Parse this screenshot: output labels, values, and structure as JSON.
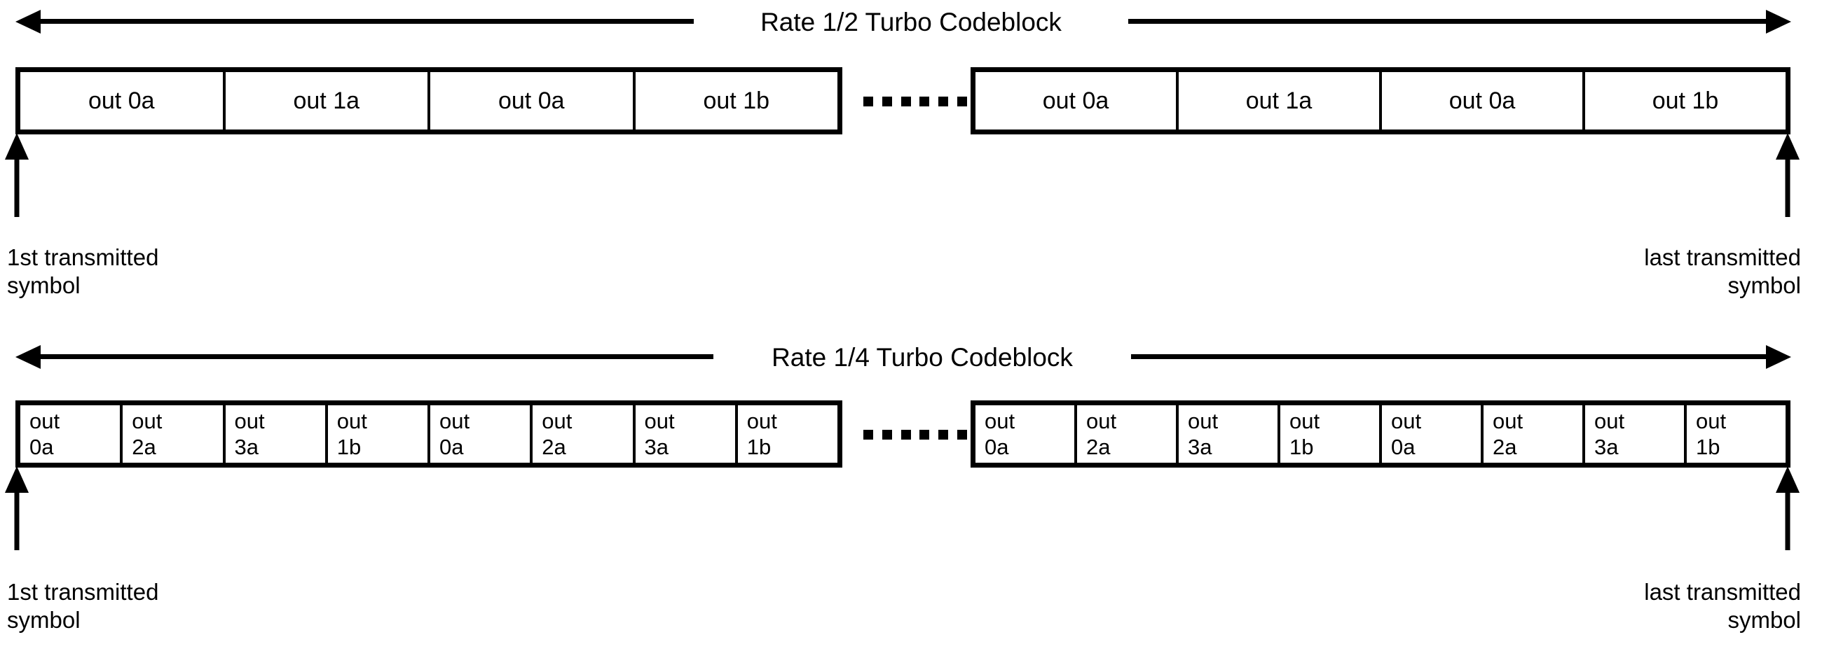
{
  "diagram": {
    "title_rate_half": "Rate 1/2 Turbo Codeblock",
    "title_rate_quarter": "Rate 1/4 Turbo Codeblock",
    "ellipsis_dot_count": 6,
    "captions": {
      "first_symbol": "1st transmitted\nsymbol",
      "last_symbol": "last transmitted\nsymbol"
    },
    "colors": {
      "ink": "#000000",
      "paper": "#ffffff"
    },
    "rate_half": {
      "label": "Rate 1/2 Turbo Codeblock",
      "left_group": {
        "cells": [
          "out 0a",
          "out 1a",
          "out 0a",
          "out 1b"
        ]
      },
      "right_group": {
        "cells": [
          "out 0a",
          "out 1a",
          "out 0a",
          "out 1b"
        ]
      }
    },
    "rate_quarter": {
      "label": "Rate 1/4 Turbo Codeblock",
      "left_group": {
        "cells": [
          "out\n0a",
          "out\n2a",
          "out\n3a",
          "out\n1b",
          "out\n0a",
          "out\n2a",
          "out\n3a",
          "out\n1b"
        ]
      },
      "right_group": {
        "cells": [
          "out\n0a",
          "out\n2a",
          "out\n3a",
          "out\n1b",
          "out\n0a",
          "out\n2a",
          "out\n3a",
          "out\n1b"
        ]
      }
    }
  }
}
